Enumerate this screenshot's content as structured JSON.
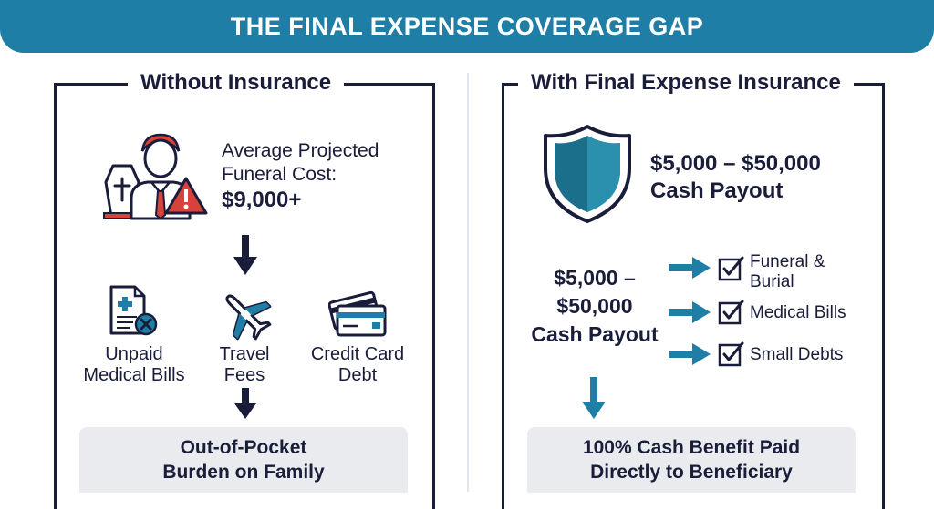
{
  "header": {
    "title": "THE FINAL EXPENSE COVERAGE GAP"
  },
  "left": {
    "title": "Without Insurance",
    "cost_line1": "Average Projected",
    "cost_line2": "Funeral Cost:",
    "cost_value": "$9,000+",
    "expenses": [
      {
        "line1": "Unpaid",
        "line2": "Medical Bills"
      },
      {
        "line1": "Travel",
        "line2": "Fees"
      },
      {
        "line1": "Credit Card",
        "line2": "Debt"
      }
    ],
    "result_line1": "Out-of-Pocket",
    "result_line2": "Burden on Family"
  },
  "right": {
    "title": "With Final Expense Insurance",
    "payout_line1": "$5,000 – $50,000",
    "payout_line2": "Cash Payout",
    "payout2_line1": "$5,000 –",
    "payout2_line2": "$50,000",
    "payout2_line3": "Cash Payout",
    "uses": [
      {
        "line1": "Funeral &",
        "line2": "Burial"
      },
      {
        "line1": "Medical Bills",
        "line2": ""
      },
      {
        "line1": "Small Debts",
        "line2": ""
      }
    ],
    "result_line1": "100% Cash Benefit Paid",
    "result_line2": "Directly to Beneficiary"
  },
  "colors": {
    "banner": "#1f7ea6",
    "navy": "#1a1d3a",
    "teal": "#1f7ea6",
    "red": "#d9423a",
    "gray_box": "#e9ebee"
  },
  "icons": [
    "casket-icon",
    "person-icon",
    "warning-icon",
    "arrow-down-icon",
    "medical-bill-icon",
    "airplane-icon",
    "credit-card-icon",
    "shield-icon",
    "arrow-right-icon",
    "checkbox-icon"
  ]
}
